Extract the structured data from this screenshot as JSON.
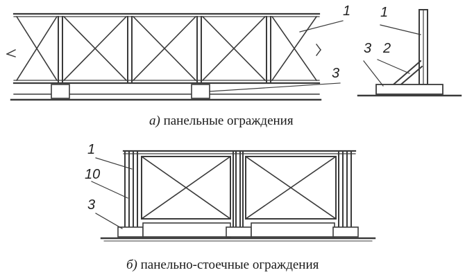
{
  "figure_a": {
    "letter": "а)",
    "caption": "панельные ограждения",
    "labels": {
      "panel": "1",
      "post": "1",
      "brace": "2",
      "base_main": "3",
      "base_side": "3"
    }
  },
  "figure_b": {
    "letter": "б)",
    "caption": "панельно-стоечные ограждения",
    "labels": {
      "panel": "1",
      "post": "10",
      "base": "3"
    }
  },
  "colors": {
    "ink": "#3a3a3a",
    "paper": "#ffffff"
  }
}
